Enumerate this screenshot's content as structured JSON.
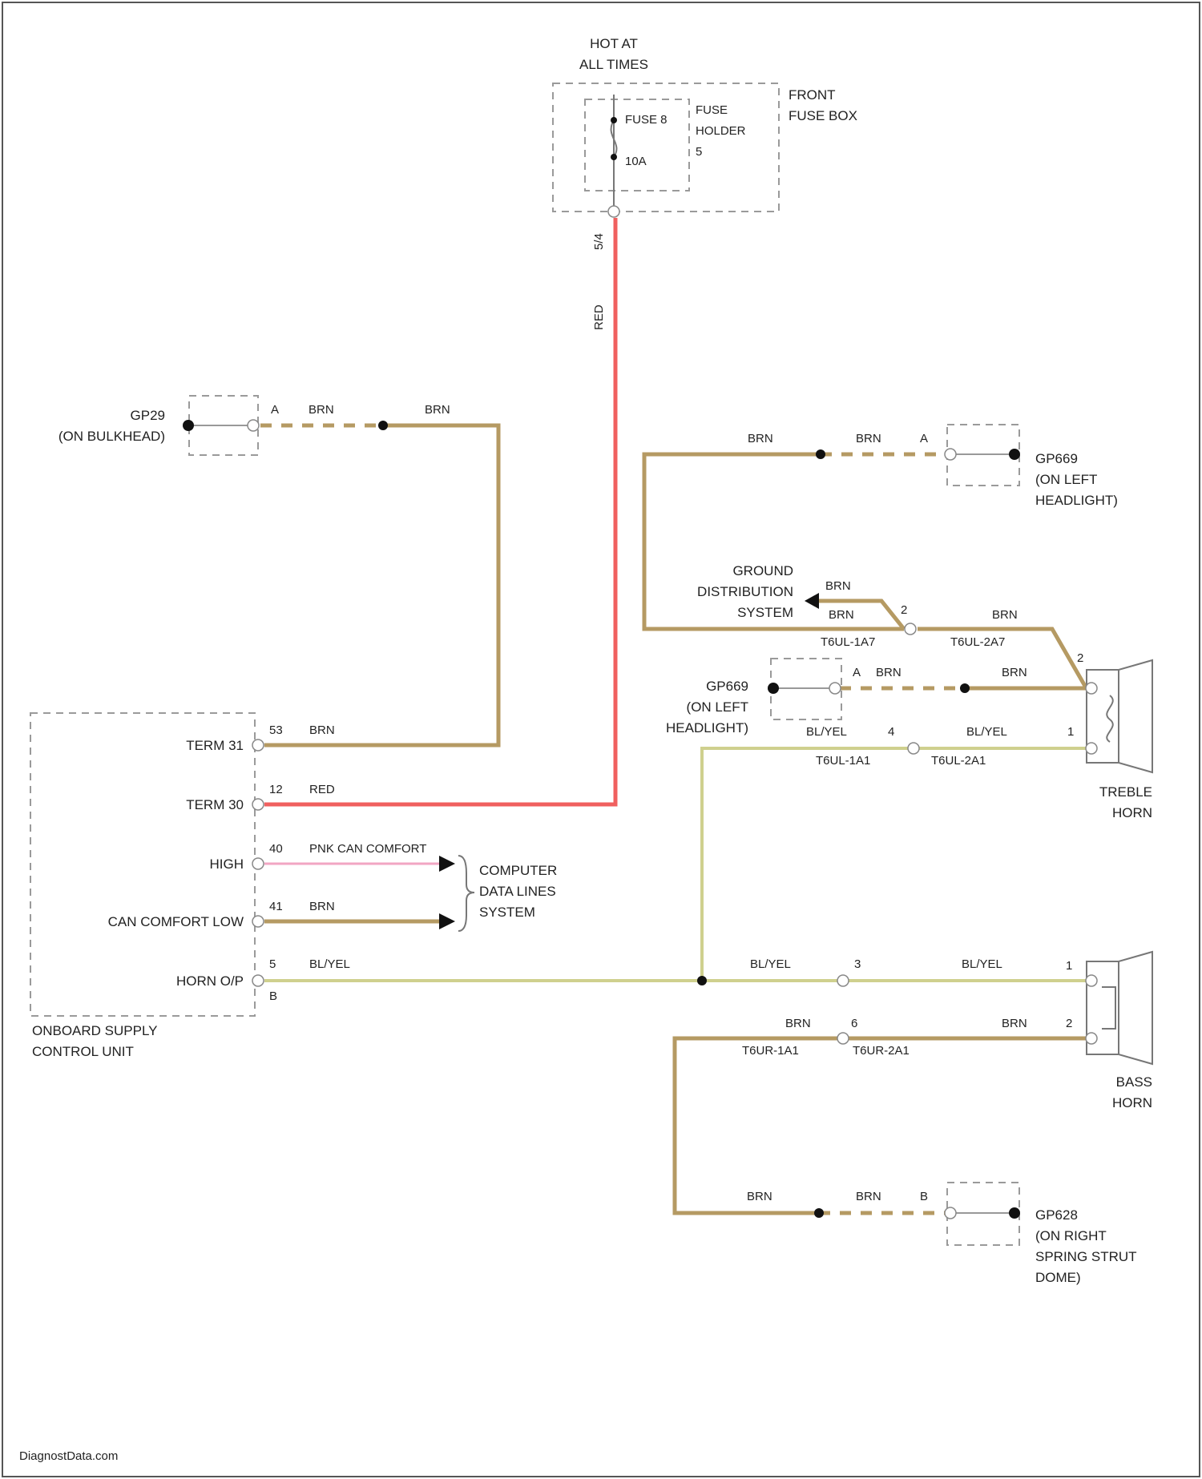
{
  "colors": {
    "brn": "#b59a63",
    "red": "#f0605f",
    "pnk": "#f2a6c3",
    "bly": "#cfd08e"
  },
  "fuse_box": {
    "hot": [
      "HOT AT",
      "ALL TIMES"
    ],
    "fuse": "FUSE 8",
    "amps": "10A",
    "holder": [
      "FUSE",
      "HOLDER",
      "5"
    ],
    "front_box": [
      "FRONT",
      "FUSE BOX"
    ],
    "pin": "5/4",
    "wire_color": "RED"
  },
  "grounds": {
    "g29": {
      "name": "GP29",
      "location": "(ON BULKHEAD)",
      "pin": "A",
      "wire1": "BRN",
      "wire2": "BRN"
    },
    "g669_top": {
      "name": "GP669",
      "location": [
        "(ON LEFT",
        "HEADLIGHT)"
      ],
      "pin": "A",
      "wire1": "BRN",
      "wire2": "BRN"
    },
    "g669_mid": {
      "name": "GP669",
      "location": [
        "(ON LEFT",
        "HEADLIGHT)"
      ],
      "pin": "A",
      "wire1": "BRN",
      "wire2": "BRN"
    },
    "g628": {
      "name": "GP628",
      "location": [
        "(ON RIGHT",
        "SPRING STRUT",
        "DOME)"
      ],
      "pin": "B",
      "wire1": "BRN",
      "wire2": "BRN"
    }
  },
  "ground_dist": {
    "label": [
      "GROUND",
      "DISTRIBUTION",
      "SYSTEM"
    ],
    "w1": "BRN",
    "w2": "BRN",
    "w3": "BRN",
    "pin": "2",
    "c1": "T6UL-1A7",
    "c2": "T6UL-2A7"
  },
  "treble_horn": {
    "label": [
      "TREBLE",
      "HORN"
    ],
    "pin_top": "2",
    "pin_bot": "1",
    "w_top": "BRN",
    "w_left": "BL/YEL",
    "w_right": "BL/YEL",
    "pin_conn": "4",
    "c1": "T6UL-1A1",
    "c2": "T6UL-2A1"
  },
  "bass_horn": {
    "label": [
      "BASS",
      "HORN"
    ],
    "pin_top": "1",
    "pin_bot": "2",
    "w_top_left": "BL/YEL",
    "w_top_right": "BL/YEL",
    "conn_top": "3",
    "w_bot_left": "BRN",
    "w_bot_right": "BRN",
    "conn_bot": "6",
    "c1": "T6UR-1A1",
    "c2": "T6UR-2A1"
  },
  "control_unit": {
    "name": [
      "ONBOARD SUPPLY",
      "CONTROL UNIT"
    ],
    "pins": [
      {
        "label": "TERM 31",
        "num": "53",
        "wire": "BRN"
      },
      {
        "label": "TERM 30",
        "num": "12",
        "wire": "RED"
      },
      {
        "label": "HIGH",
        "num": "40",
        "wire": "PNK CAN COMFORT"
      },
      {
        "label": "CAN COMFORT LOW",
        "num": "41",
        "wire": "BRN"
      },
      {
        "label": "HORN O/P",
        "num": "5",
        "wire": "BL/YEL",
        "sub": "B"
      }
    ]
  },
  "computer_data": [
    "COMPUTER",
    "DATA LINES",
    "SYSTEM"
  ],
  "watermark": "DiagnostData.com"
}
